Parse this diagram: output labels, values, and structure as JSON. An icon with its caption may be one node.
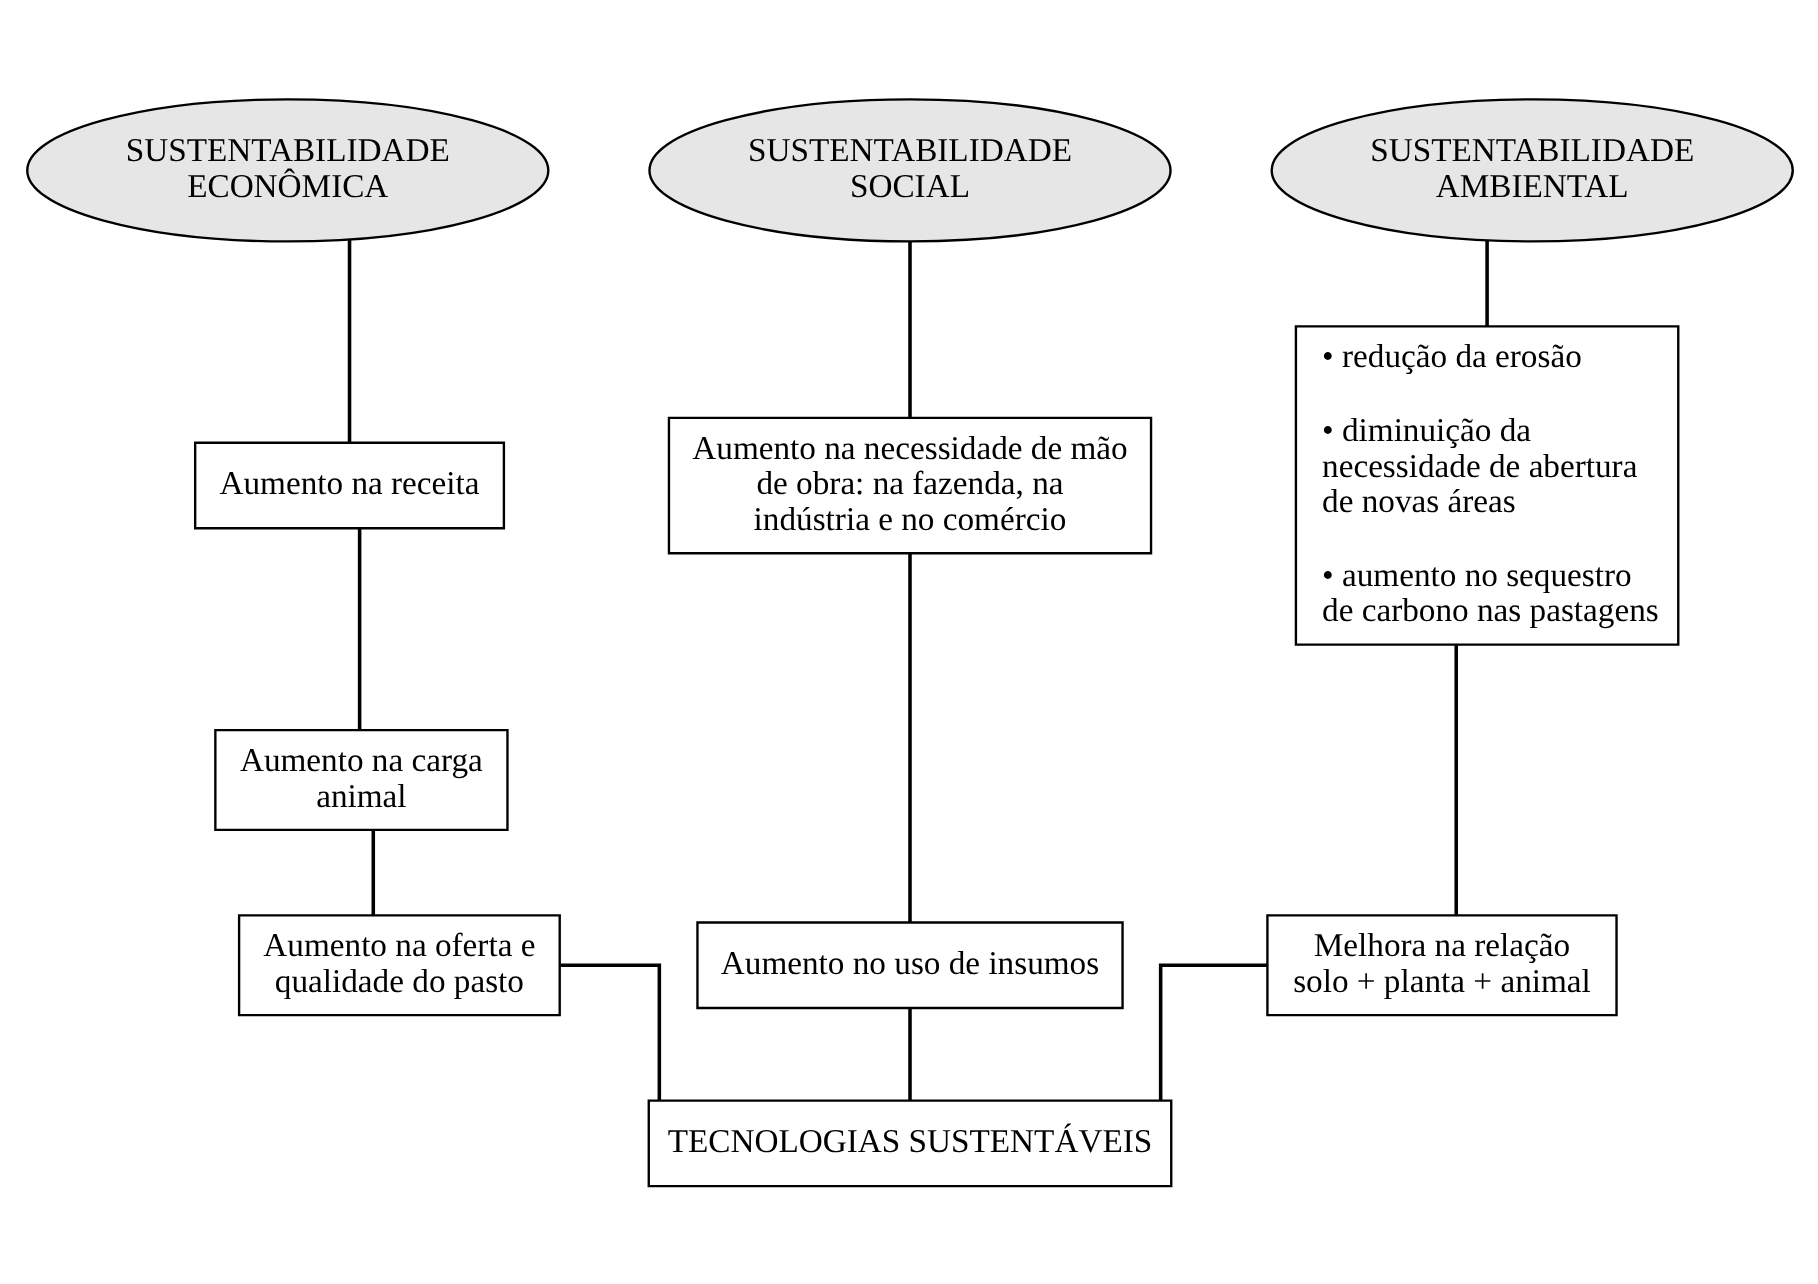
{
  "diagram": {
    "nodes": [
      {
        "text": [
          "SUSTENTABILIDADE ECONÔMICA"
        ]
      },
      {
        "text": [
          "SUSTENTABILIDADE SOCIAL"
        ]
      },
      {
        "text": [
          "SUSTENTABILIDADE AMBIENTAL"
        ]
      },
      {
        "text": [
          "Aumento na receita"
        ]
      },
      {
        "text": [
          "Aumento na necessidade de mão de obra: na fazenda, na indústria e no comércio"
        ]
      },
      {
        "text": [
          "• redução da erosão",
          "• diminuição da necessidade de abertura de novas áreas",
          "• aumento no sequestro de carbono nas pastagens"
        ]
      },
      {
        "text": [
          "Aumento na carga animal"
        ]
      },
      {
        "text": [
          "Aumento na oferta e qualidade do pasto"
        ]
      },
      {
        "text": [
          "Aumento no uso de insumos"
        ]
      },
      {
        "text": [
          "Melhora na relação solo + planta + animal"
        ]
      },
      {
        "text": [
          "TECNOLOGIAS SUSTENTÁVEIS"
        ]
      }
    ],
    "edges": [
      {
        "from": 0,
        "to": 3,
        "arrow": "none"
      },
      {
        "from": 3,
        "to": 6,
        "arrow": "none"
      },
      {
        "from": 6,
        "to": 7,
        "arrow": "none"
      },
      {
        "from": 7,
        "to": 10,
        "arrow": "none"
      },
      {
        "from": 1,
        "to": 4,
        "arrow": "none"
      },
      {
        "from": 4,
        "to": 8,
        "arrow": "none"
      },
      {
        "from": 8,
        "to": 10,
        "arrow": "none"
      },
      {
        "from": 2,
        "to": 5,
        "arrow": "none"
      },
      {
        "from": 5,
        "to": 9,
        "arrow": "none"
      },
      {
        "from": 9,
        "to": 10,
        "arrow": "none"
      }
    ]
  }
}
